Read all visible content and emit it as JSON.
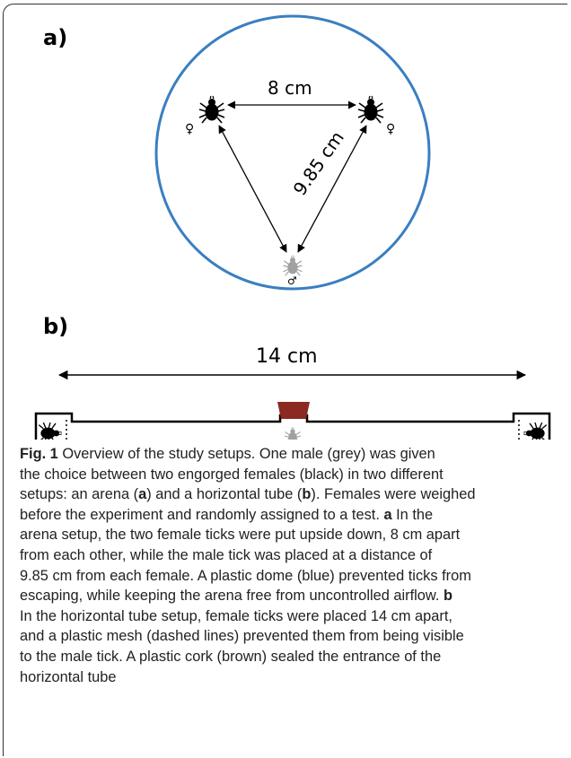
{
  "panel_a": {
    "label": "a)",
    "distance_between_females": "8 cm",
    "distance_male_to_female": "9.85 cm",
    "female_symbol": "♀",
    "male_symbol": "♂",
    "dome_color": "#3a7fc1",
    "female_color": "#000000",
    "male_color": "#a0a0a0"
  },
  "panel_b": {
    "label": "b)",
    "tube_length": "14 cm",
    "cork_color": "#8b2a22"
  },
  "caption": {
    "fig_label": "Fig. 1",
    "line1_text": "  Overview of the study setups. One male (grey) was given",
    "line2": "the choice between two engorged females (black) in two different",
    "line3_a": "setups: an arena (",
    "line3_b": "a",
    "line3_c": ") and a horizontal tube (",
    "line3_d": "b",
    "line3_e": "). Females were weighed",
    "line4_a": "before the experiment and randomly assigned to a test. ",
    "line4_b": "a",
    "line4_c": " In the",
    "line5": "arena setup, the two female ticks were put upside down, 8 cm apart",
    "line6": "from each other, while the male tick was placed at a distance of",
    "line7": "9.85 cm from each female. A plastic dome (blue) prevented ticks from",
    "line8_a": "escaping, while keeping the arena free from uncontrolled airflow. ",
    "line8_b": "b",
    "line9": "In the horizontal tube setup, female ticks were placed 14 cm apart,",
    "line10": "and a plastic mesh (dashed lines) prevented them from being visible",
    "line11": "to the male tick. A plastic cork (brown) sealed the entrance of the",
    "line12": "horizontal tube"
  }
}
